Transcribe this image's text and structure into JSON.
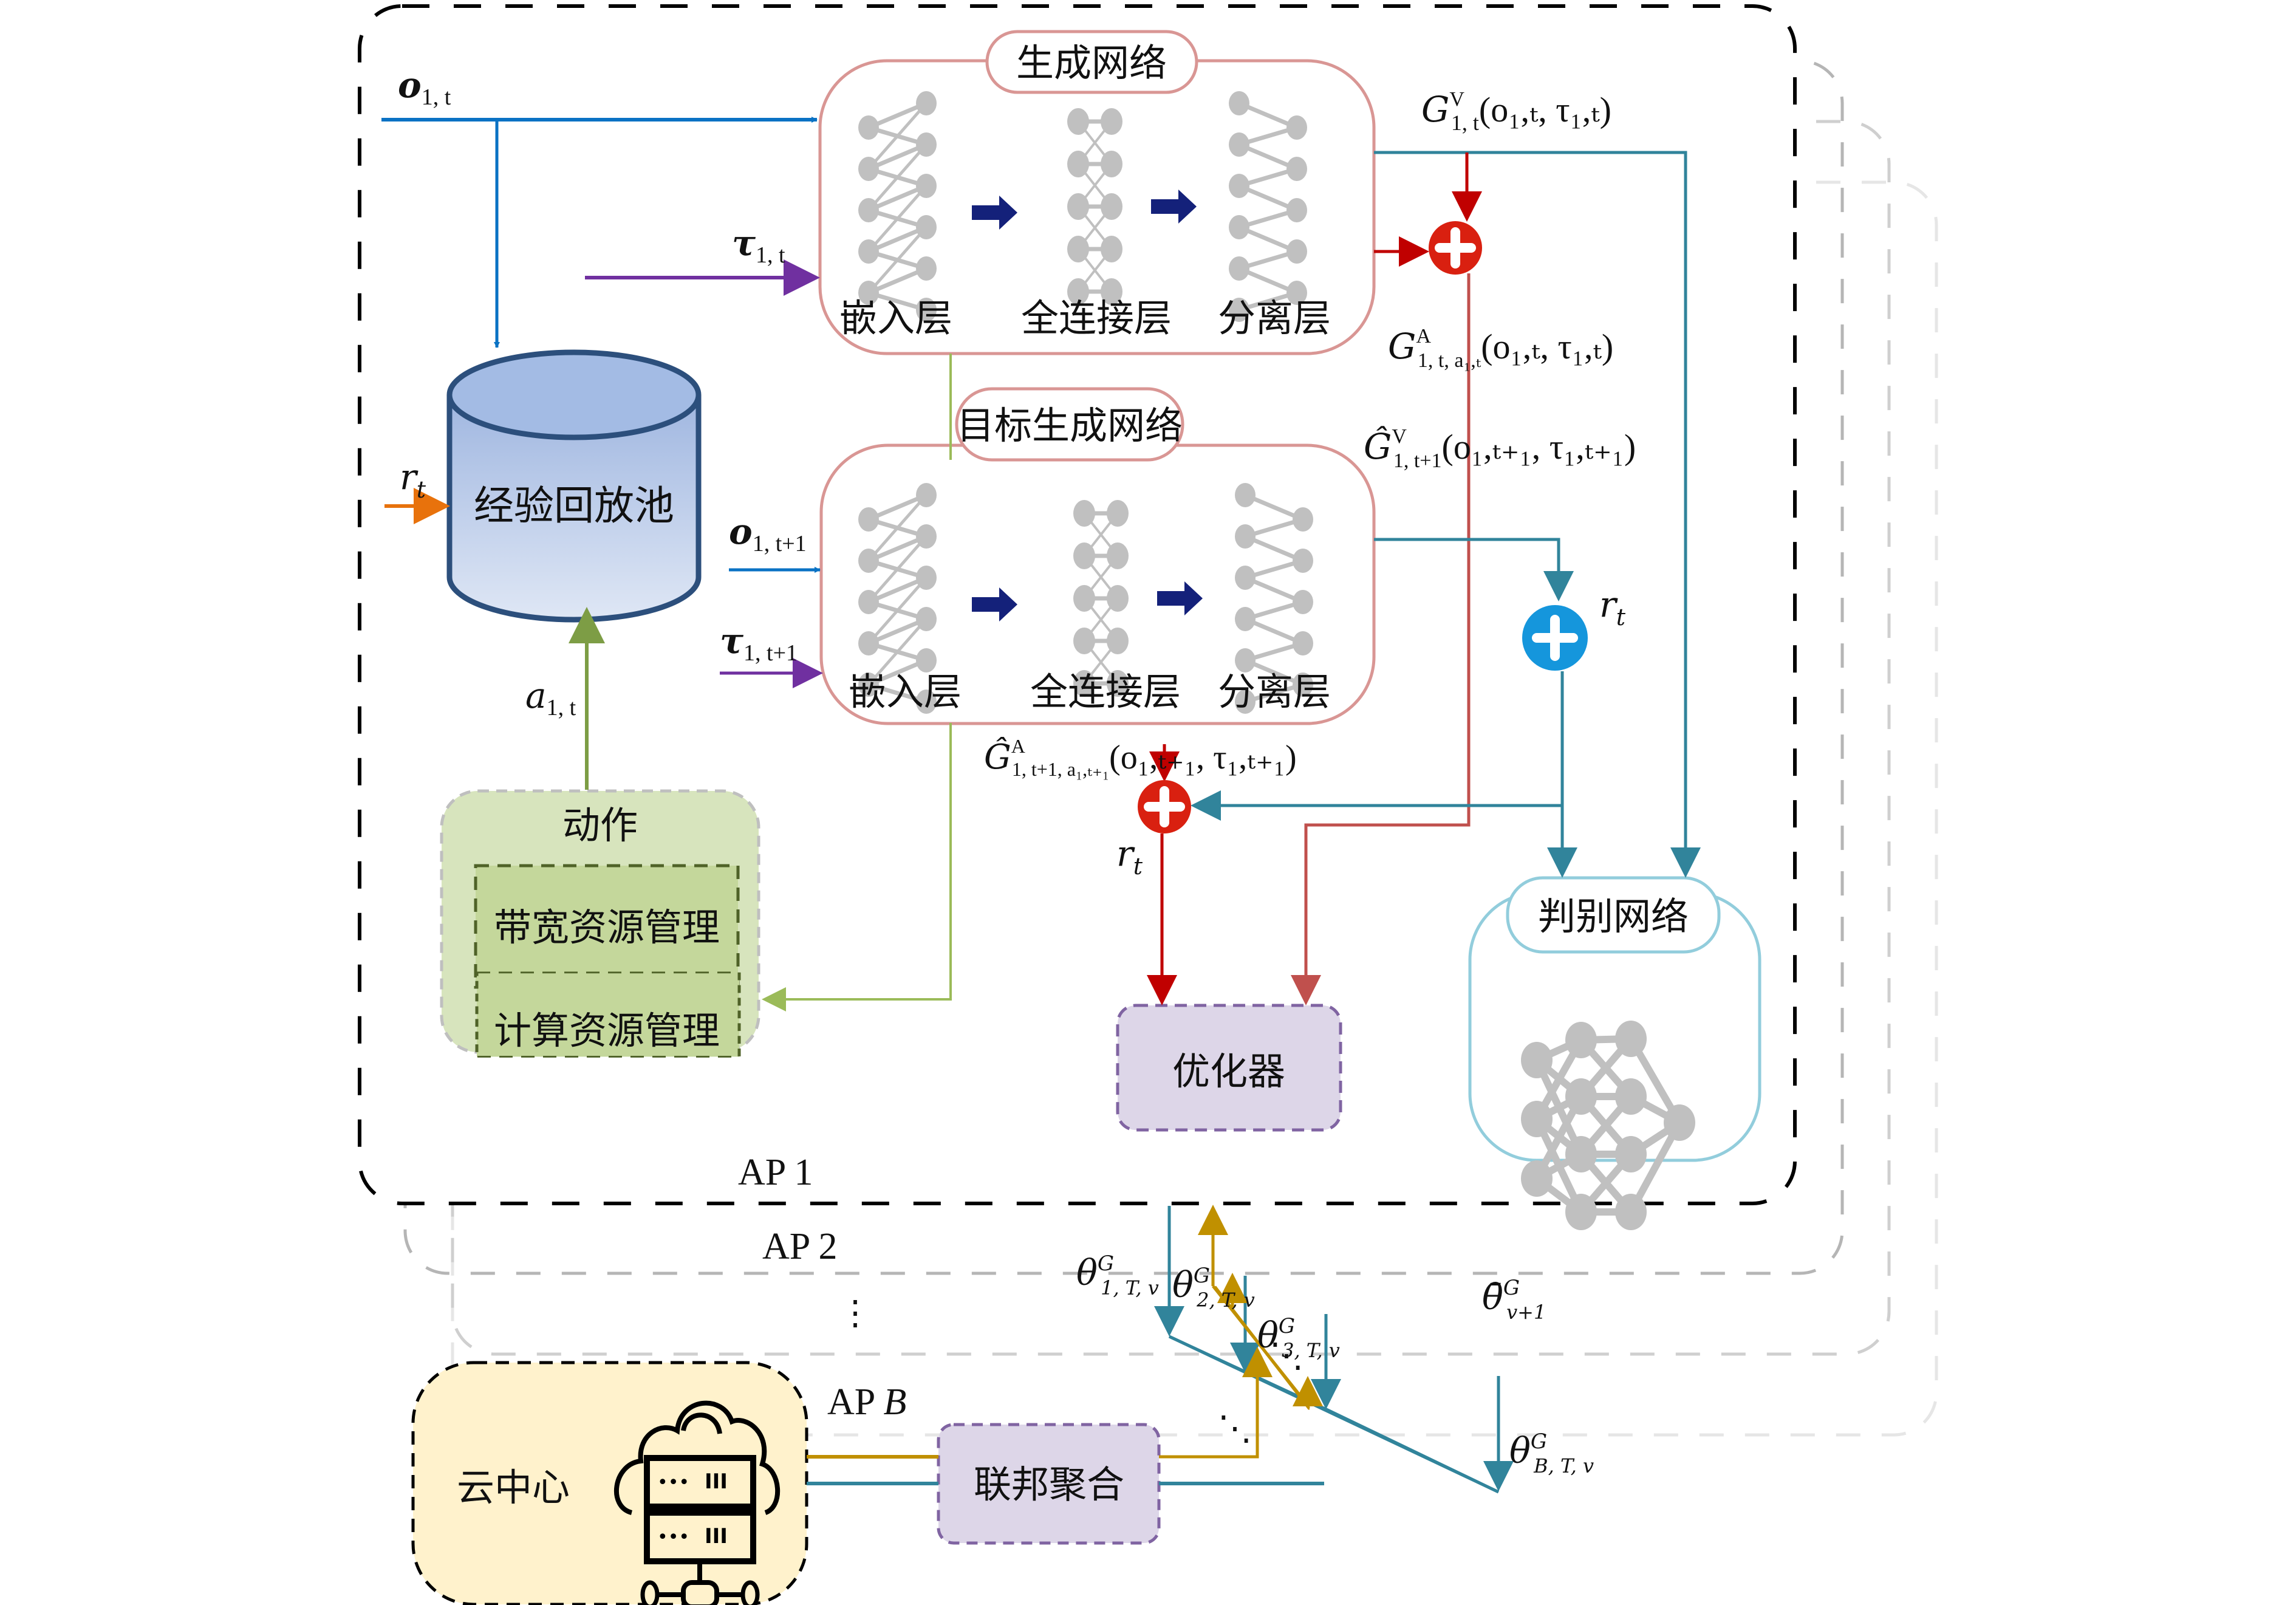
{
  "colors": {
    "obs_blue": "#0a72c4",
    "tau_purple": "#7030a0",
    "reward_orange": "#e8720c",
    "action_green": "#7d9d45",
    "green_line": "#9bbb59",
    "red": "#c00000",
    "brick": "#c0504d",
    "teal": "#31849b",
    "gold": "#c09000",
    "gen_border": "#d99694",
    "disc_border": "#92cddc",
    "opt_fill": "#ddd6e8",
    "opt_border": "#8064a2",
    "action_fill": "#d7e4bd",
    "action_inner_fill": "#c4d79b",
    "action_inner_border": "#4f6228",
    "cloud_fill": "#fff2cc",
    "buffer_fill": "#a8bfe6",
    "buffer_border": "#2c4f7c",
    "add_red": "#d92010",
    "add_blue": "#1596dc",
    "nn_gray": "#c0c0c0",
    "arrow_navy": "#14217a"
  },
  "ap_groups": [
    {
      "label": "AP 1"
    },
    {
      "label": "AP 2"
    },
    {
      "label": "⋮"
    },
    {
      "label_prefix": "AP",
      "label_var": "B"
    }
  ],
  "generator": {
    "title": "生成网络",
    "layers": [
      "嵌入层",
      "全连接层",
      "分离层"
    ]
  },
  "target_generator": {
    "title": "目标生成网络",
    "layers": [
      "嵌入层",
      "全连接层",
      "分离层"
    ]
  },
  "replay_buffer": {
    "label": "经验回放池"
  },
  "action": {
    "title": "动作",
    "items": [
      "带宽资源管理",
      "计算资源管理"
    ]
  },
  "discriminator": {
    "title": "判别网络"
  },
  "optimizer": {
    "label": "优化器"
  },
  "cloud_center": {
    "label": "云中心"
  },
  "federated": {
    "label": "联邦聚合"
  },
  "symbols": {
    "o_t": {
      "base": "o",
      "sub": "1, t"
    },
    "tau_t": {
      "base": "τ",
      "sub": "1, t"
    },
    "o_t1": {
      "base": "o",
      "sub": "1, t+1"
    },
    "tau_t1": {
      "base": "τ",
      "sub": "1, t+1"
    },
    "r_t": {
      "base": "r",
      "sub": "t"
    },
    "a_t": {
      "base": "a",
      "sub": "1, t"
    },
    "GV": {
      "base": "G",
      "sup": "V",
      "sub": "1, t",
      "args": "(o₁,ₜ, τ₁,ₜ)"
    },
    "GA": {
      "base": "G",
      "sup": "A",
      "sub": "1, t, a₁,ₜ",
      "args": "(o₁,ₜ, τ₁,ₜ)"
    },
    "GhatV": {
      "base": "Ĝ",
      "sup": "V",
      "sub": "1, t+1",
      "args": "(o₁,ₜ₊₁, τ₁,ₜ₊₁)"
    },
    "GhatA": {
      "base": "Ĝ",
      "sup": "A",
      "sub": "1, t+1, a₁,ₜ₊₁",
      "args": "(o₁,ₜ₊₁, τ₁,ₜ₊₁)"
    },
    "theta1": {
      "base": "θ",
      "sup": "G",
      "sub": "1, T, v"
    },
    "theta2": {
      "base": "θ",
      "sup": "G",
      "sub": "2, T, v"
    },
    "theta3": {
      "base": "θ",
      "sup": "G",
      "sub": "3, T, v"
    },
    "thetaB": {
      "base": "θ",
      "sup": "G",
      "sub": "B, T, v"
    },
    "thetabar": {
      "base": "θ̄",
      "sup": "G",
      "sub": "v+1"
    }
  },
  "ellipsis": "⋱"
}
